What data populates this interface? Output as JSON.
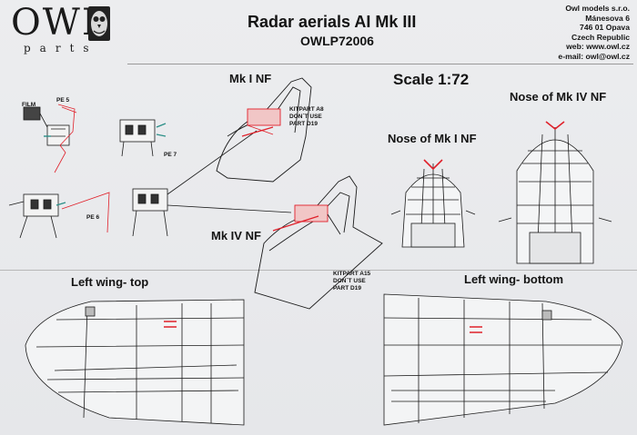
{
  "brand": {
    "logo_text": "OWL",
    "logo_sub": "parts",
    "logo_icon": "owl-icon"
  },
  "header": {
    "title": "Radar aerials AI Mk III",
    "part_number": "OWLP72006"
  },
  "address": {
    "company": "Owl models s.r.o.",
    "street": "Mánesova 6",
    "city": "746 01 Opava",
    "country": "Czech Republic",
    "web": "web: www.owl.cz",
    "email": "e-mail: owl@owl.cz"
  },
  "scale": "Scale 1:72",
  "labels": {
    "film": "FILM",
    "pe5": "PE 5",
    "pe7": "PE 7",
    "pe6": "PE 6",
    "mk1nf": "Mk I NF",
    "mk4nf": "Mk IV NF",
    "kit_a8_1": "KITPART A8",
    "kit_a8_2": "DON´T USE",
    "kit_a8_3": "PART D19",
    "kit_a15_1": "KITPART A15",
    "kit_a15_2": "DON´T USE",
    "kit_a15_3": "PART D19",
    "nose_mk1": "Nose of Mk I NF",
    "nose_mk4": "Nose of Mk IV NF",
    "wing_top": "Left wing- top",
    "wing_bottom": "Left wing- bottom"
  },
  "colors": {
    "ink": "#1a1a1a",
    "red": "#e0202a",
    "teal": "#2c8f88",
    "paper": "#e9eaec"
  }
}
